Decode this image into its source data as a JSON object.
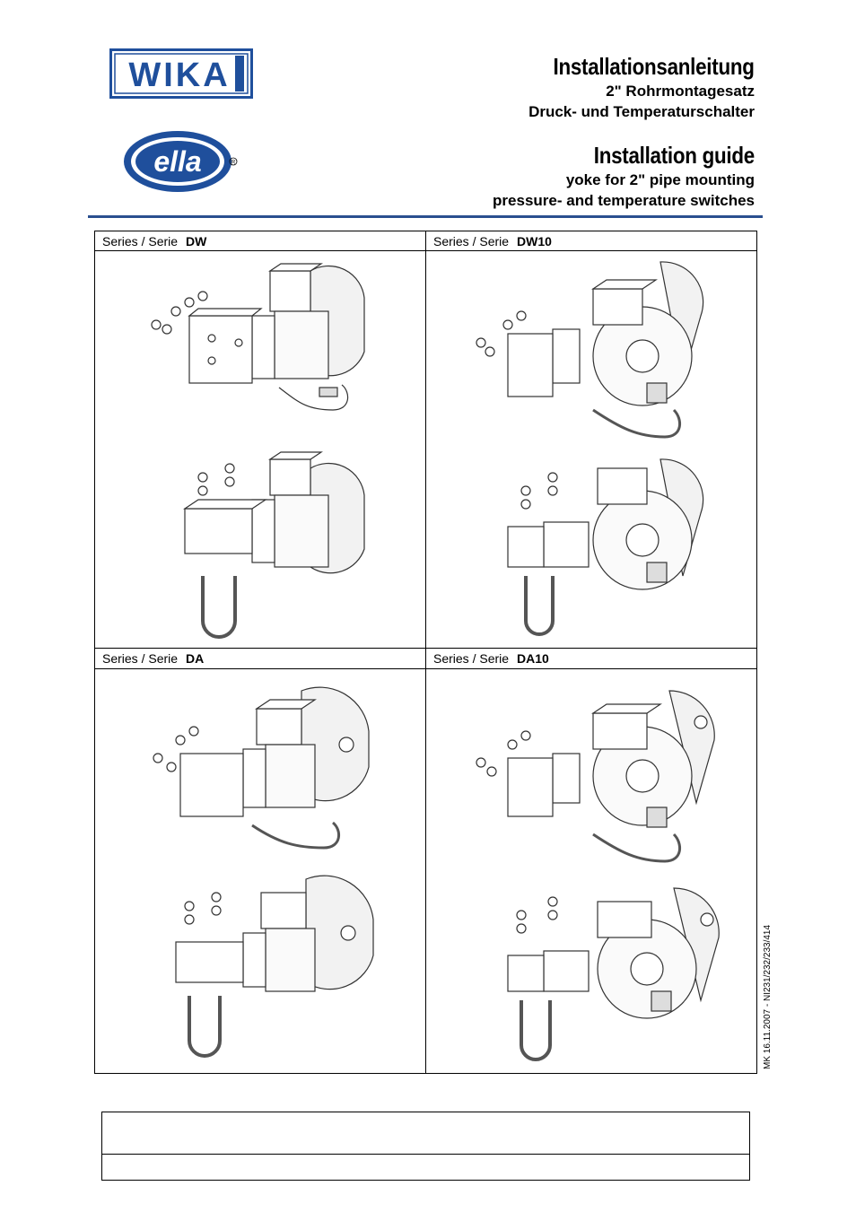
{
  "logos": {
    "wika": "WIKA",
    "ella": "ella"
  },
  "header": {
    "de_title": "Installationsanleitung",
    "de_line1": "2\" Rohrmontagesatz",
    "de_line2": "Druck- und Temperaturschalter",
    "en_title": "Installation guide",
    "en_line1": "yoke for 2\" pipe mounting",
    "en_line2": "pressure- and temperature switches"
  },
  "colors": {
    "brand_blue": "#1f4f9c",
    "rule_blue": "#2a4f8f"
  },
  "series": [
    {
      "prefix": "Series / Serie",
      "code": "DW"
    },
    {
      "prefix": "Series / Serie",
      "code": "DW10"
    },
    {
      "prefix": "Series / Serie",
      "code": "DA"
    },
    {
      "prefix": "Series / Serie",
      "code": "DA10"
    }
  ],
  "side_note": "MK 16.11.2007 - NI231/232/233/414"
}
